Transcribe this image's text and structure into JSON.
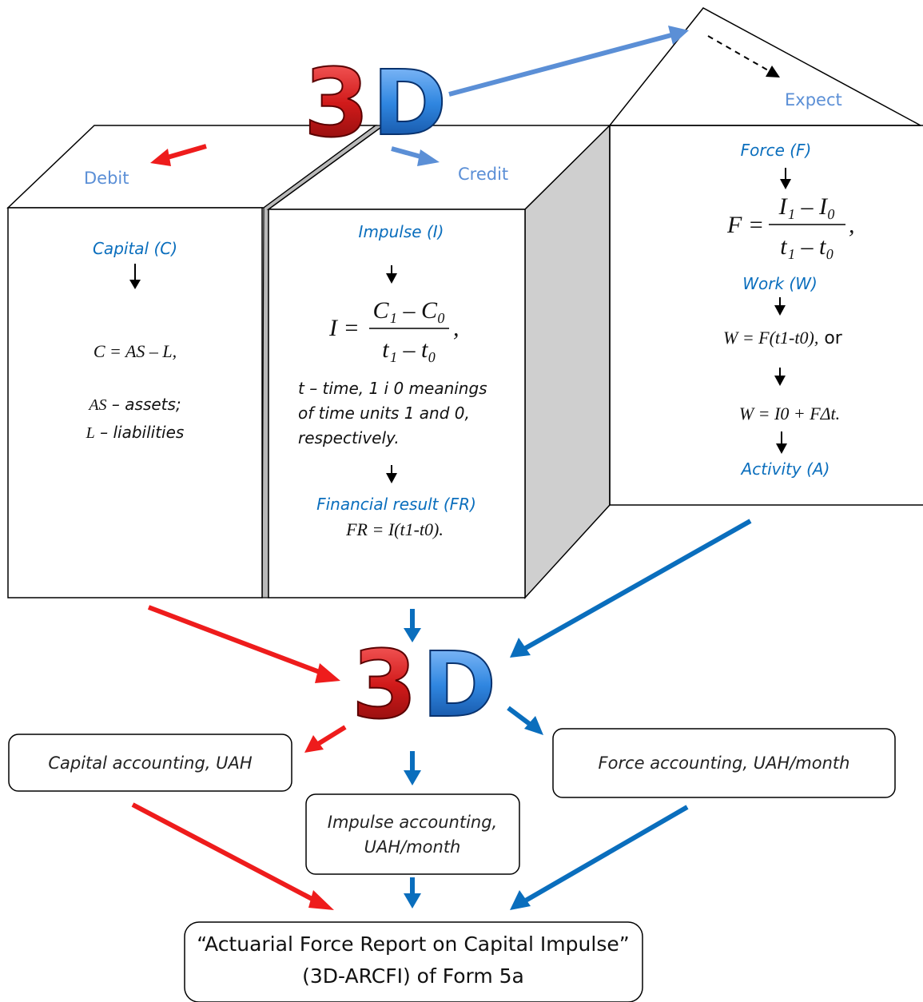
{
  "logo": {
    "three": "3",
    "d": "D"
  },
  "top_labels": {
    "debit": "Debit",
    "credit": "Credit",
    "expect": "Expect"
  },
  "capital_panel": {
    "header": "Capital (C)",
    "formula": "C = AS – L,",
    "as_part": "AS",
    "as_desc": " – assets;",
    "l_part": "L",
    "l_desc": " – liabilities"
  },
  "impulse_panel": {
    "header": "Impulse (I)",
    "formula_lhs": "I =",
    "num": "C₁ – C₀",
    "den": "t₁ – t₀",
    "comma": ",",
    "note_line1": "t – time, 1 i 0 meanings",
    "note_line2": "of time units 1 and  0,",
    "note_line3": "respectively.",
    "fr_header": "Financial result (FR)",
    "fr_formula": "FR = I(t1-t0)."
  },
  "force_panel": {
    "header": "Force (F)",
    "formula_lhs": "F =",
    "num": "I₁ – I₀",
    "den": "t₁ – t₀",
    "comma": ",",
    "work_header": "Work (W)",
    "work_formula1": "W = F(t1-t0),",
    "work_or": " or",
    "work_formula2": "W = I0 + FΔt.",
    "activity_header": "Activity (A)"
  },
  "boxes": {
    "capital": "Capital accounting, UAH",
    "force": "Force accounting, UAH/month",
    "impulse_line1": "Impulse accounting,",
    "impulse_line2": "UAH/month"
  },
  "final_report": {
    "line1": "“Actuarial Force Report on Capital Impulse”",
    "line2": "(3D-ARCFI) of Form 5a"
  },
  "colors": {
    "red": "#ee1c1c",
    "blue": "#0a6ebd",
    "light_blue": "#5b8fd6",
    "gray_side": "#cfcfcf"
  }
}
